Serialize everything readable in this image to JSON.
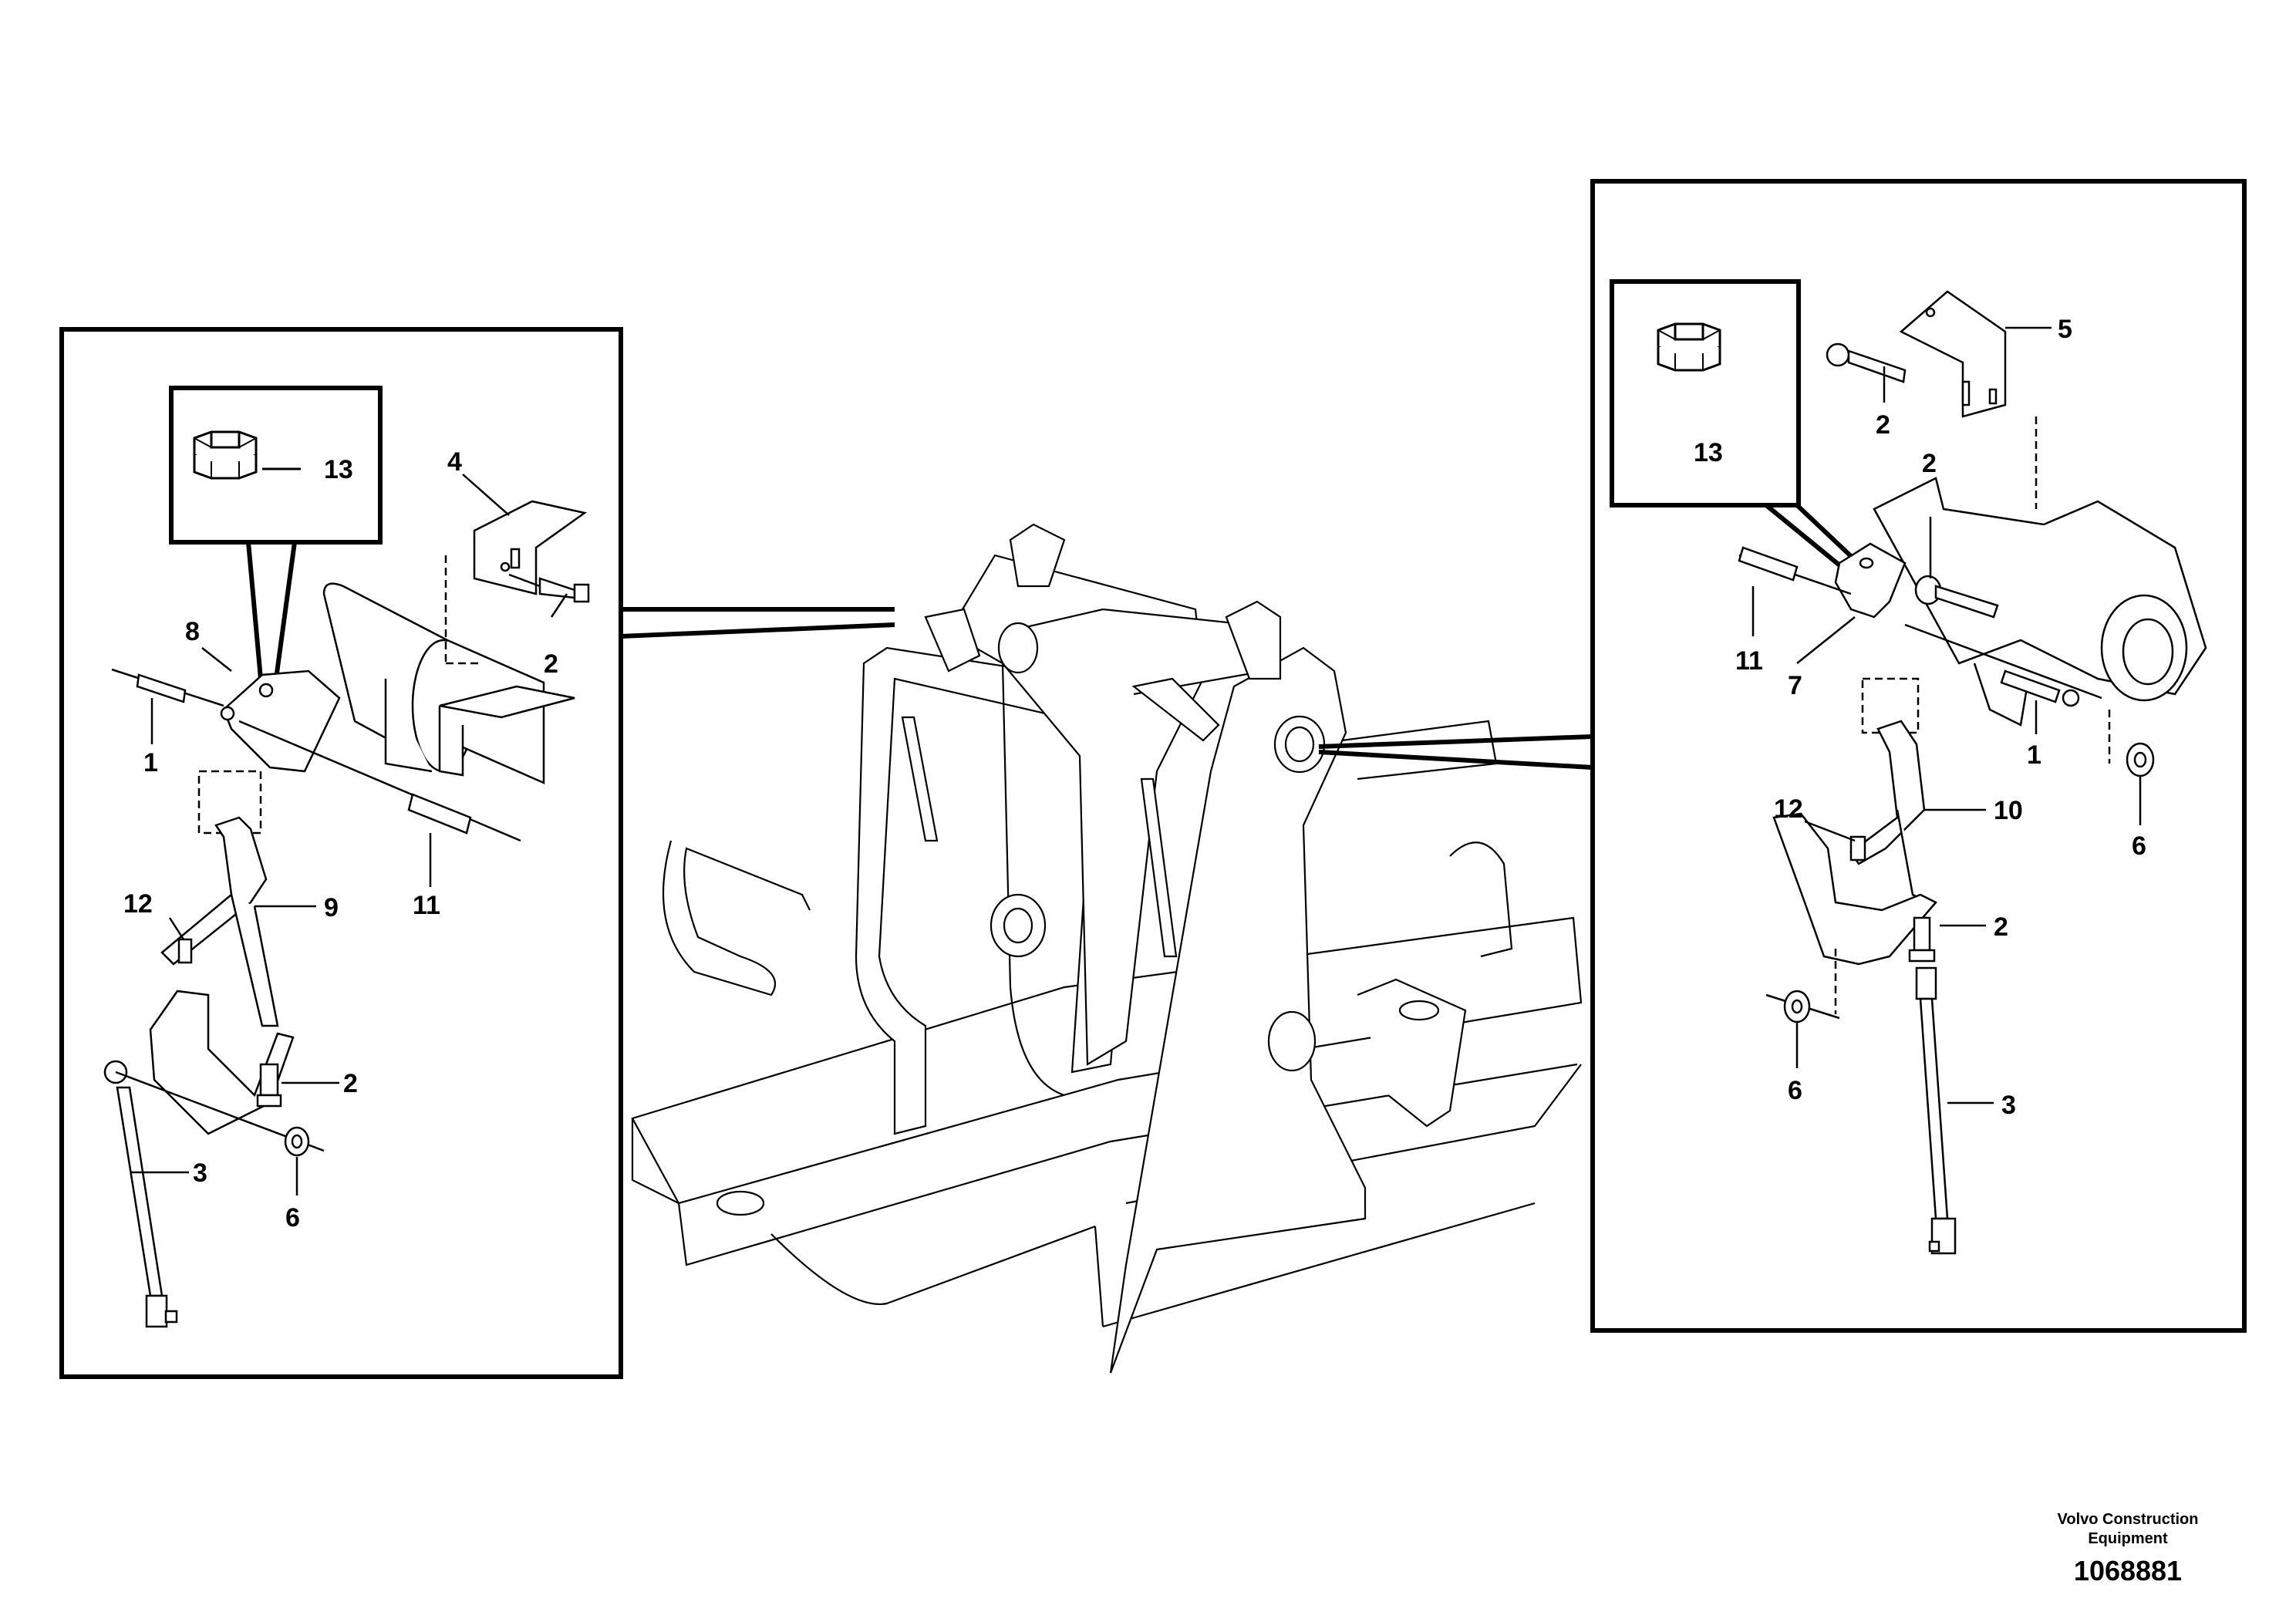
{
  "left_panel": {
    "callouts": {
      "c13": "13",
      "c4": "4",
      "c8": "8",
      "c2a": "2",
      "c1": "1",
      "c11": "11",
      "c12": "12",
      "c9": "9",
      "c2b": "2",
      "c3": "3",
      "c6": "6"
    }
  },
  "right_panel": {
    "callouts": {
      "c13": "13",
      "c5": "5",
      "c2a": "2",
      "c2b": "2",
      "c11": "11",
      "c7": "7",
      "c1": "1",
      "c12": "12",
      "c10": "10",
      "c6": "6",
      "c2c": "2",
      "c6b": "6",
      "c3": "3"
    }
  },
  "footer": {
    "brand_line1": "Volvo Construction",
    "brand_line2": "Equipment",
    "drawing_number": "1068881"
  }
}
